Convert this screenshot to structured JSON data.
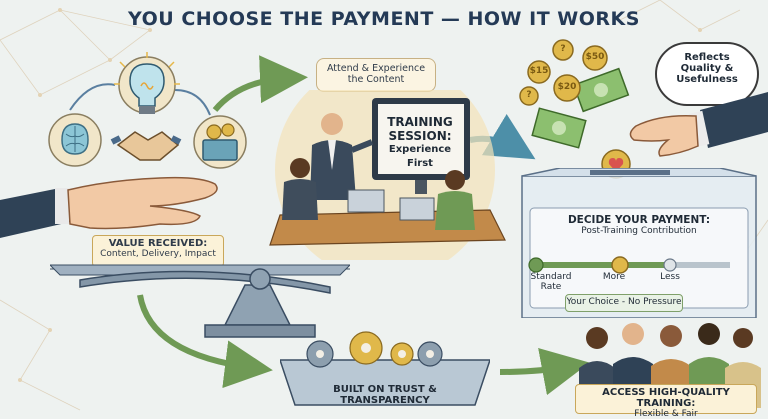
{
  "title": "YOU CHOOSE THE PAYMENT — HOW IT WORKS",
  "value_box": {
    "title": "VALUE RECEIVED:",
    "subtitle": "Content, Delivery, Impact"
  },
  "attend_callout": {
    "line1": "Attend & Experience",
    "line2": "the Content"
  },
  "screen": {
    "line1": "TRAINING",
    "line2": "SESSION:",
    "line3": "Experience First"
  },
  "reflects_cloud": {
    "line1": "Reflects",
    "line2": "Quality &",
    "line3": "Usefulness"
  },
  "coins": [
    "?",
    "$15",
    "$50",
    "$20",
    "?"
  ],
  "decide": {
    "title": "DECIDE YOUR PAYMENT:",
    "subtitle": "Post-Training Contribution",
    "options": [
      "Standard Rate",
      "More",
      "Less"
    ],
    "selected": "More",
    "pill": "Your Choice - No Pressure"
  },
  "trust_label": "BUILT ON TRUST & TRANSPARENCY",
  "access_box": {
    "title": "ACCESS HIGH-QUALITY TRAINING:",
    "subtitle": "Flexible & Fair"
  },
  "colors": {
    "navy": "#243a56",
    "gold": "#e0b84a",
    "green_arrow": "#6f9a55",
    "teal_arrow": "#4d8fa8",
    "cream": "#fbf2d8"
  }
}
